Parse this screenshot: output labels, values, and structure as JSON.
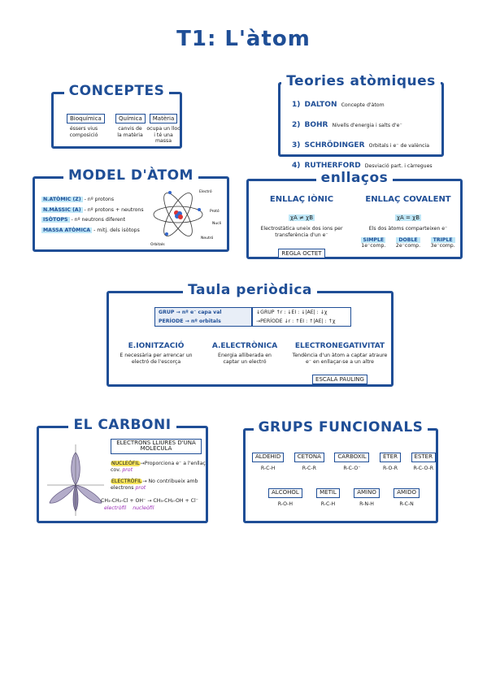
{
  "title": "T1: L'àtom",
  "conceptes": {
    "title": "CONCEPTES",
    "items": [
      {
        "label": "Bioquímica",
        "desc": "éssers vius  composició"
      },
      {
        "label": "Química",
        "desc": "canvis de la matèria"
      },
      {
        "label": "Matèria",
        "desc": "ocupa un lloc i té una massa"
      }
    ]
  },
  "teories": {
    "title": "Teories atòmiques",
    "items": [
      {
        "num": "1)",
        "name": "DALTON",
        "desc": "Concepte d'àtom"
      },
      {
        "num": "2)",
        "name": "BOHR",
        "desc": "Nivells d'energia i salts d'e⁻"
      },
      {
        "num": "3)",
        "name": "SCHRÖDINGER",
        "desc": "Orbitals i e⁻ de valència"
      },
      {
        "num": "4)",
        "name": "RUTHERFORD",
        "desc": "Desviació part. i càrregues"
      }
    ]
  },
  "model": {
    "title": "MODEL D'ÀTOM",
    "items": [
      {
        "key": "N.ATÒMIC (Z)",
        "val": "- nº protons"
      },
      {
        "key": "N.MÀSSIC (A)",
        "val": "- nº protons + neutrons"
      },
      {
        "key": "ISÒTOPS",
        "val": "- nº neutrons diferent"
      },
      {
        "key": "MASSA ATÒMICA",
        "val": "- mitj. dels isòtops"
      }
    ],
    "diagram_labels": {
      "electron": "Electró",
      "proton": "Protó",
      "nucli": "Nucli",
      "neutro": "Neutró",
      "orbitals": "Orbitals"
    }
  },
  "enllacos": {
    "title": "enllaços",
    "ionic": {
      "title": "ENLLAÇ IÒNIC",
      "formula": "χA ≠ χB",
      "desc": "Electrostàtica uneix dos ions per transferència d'un e⁻",
      "rule": "REGLA OCTET"
    },
    "covalent": {
      "title": "ENLLAÇ COVALENT",
      "formula": "χA = χB",
      "desc": "Els dos àtoms comparteixen e⁻",
      "types": [
        {
          "name": "SIMPLE",
          "comp": "1e⁻comp."
        },
        {
          "name": "DOBLE",
          "comp": "2e⁻comp."
        },
        {
          "name": "TRIPLE",
          "comp": "3e⁻comp."
        }
      ]
    }
  },
  "taula": {
    "title": "Taula periòdica",
    "grup_box": {
      "line1": "GRUP → nº e⁻ capa val",
      "line2": "PERÍODE → nº orbitals"
    },
    "trend_box": {
      "line1": "↓GRUP  ↑r : ↓EI : ↓|AE| : ↓χ",
      "line2": "→PERÍODE  ↓r : ↑EI : ↑|AE| : ↑χ"
    },
    "cols": [
      {
        "title": "E.IONITZACIÓ",
        "desc": "E necessària per arrencar un electró de l'escorça"
      },
      {
        "title": "A.ELECTRÒNICA",
        "desc": "Energia alliberada en captar un electró"
      },
      {
        "title": "ELECTRONEGATIVITAT",
        "desc": "Tendència d'un àtom a captar atraure e⁻ en enllaçar-se a un altre",
        "scale": "ESCALA PAULING"
      }
    ]
  },
  "carboni": {
    "title": "EL CARBONI",
    "electrons_label": "ELECTRONS LLIURES D'UNA MOLÈCULA",
    "nucleofil": {
      "key": "NUCLEÒFIL",
      "desc": "→Proporciona e⁻ a l'enllaç cov.",
      "tag": "prot"
    },
    "electrofil": {
      "key": "ELECTRÒFIL",
      "desc": "→ No contribueix amb electrons",
      "tag": "prot"
    },
    "reaction": "CH₃-CH₂-Cl + OH⁻ → CH₃-CH₂-OH + Cl⁻",
    "reaction_tags": {
      "left": "electròfil",
      "right": "nucleòfil"
    }
  },
  "grups": {
    "title": "GRUPS FUNCIONALS",
    "items": [
      {
        "name": "ALDEHID",
        "formula": "R-C-H"
      },
      {
        "name": "CETONA",
        "formula": "R-C-R"
      },
      {
        "name": "CARBOXIL",
        "formula": "R-C-O⁻"
      },
      {
        "name": "ÈTER",
        "formula": "R-O-R"
      },
      {
        "name": "ÈSTER",
        "formula": "R-C-O-R"
      },
      {
        "name": "ALCOHOL",
        "formula": "R-O-H"
      },
      {
        "name": "METIL",
        "formula": "R-C-H"
      },
      {
        "name": "AMINO",
        "formula": "R-N-H"
      },
      {
        "name": "AMIDO",
        "formula": "R-C-N"
      }
    ]
  }
}
